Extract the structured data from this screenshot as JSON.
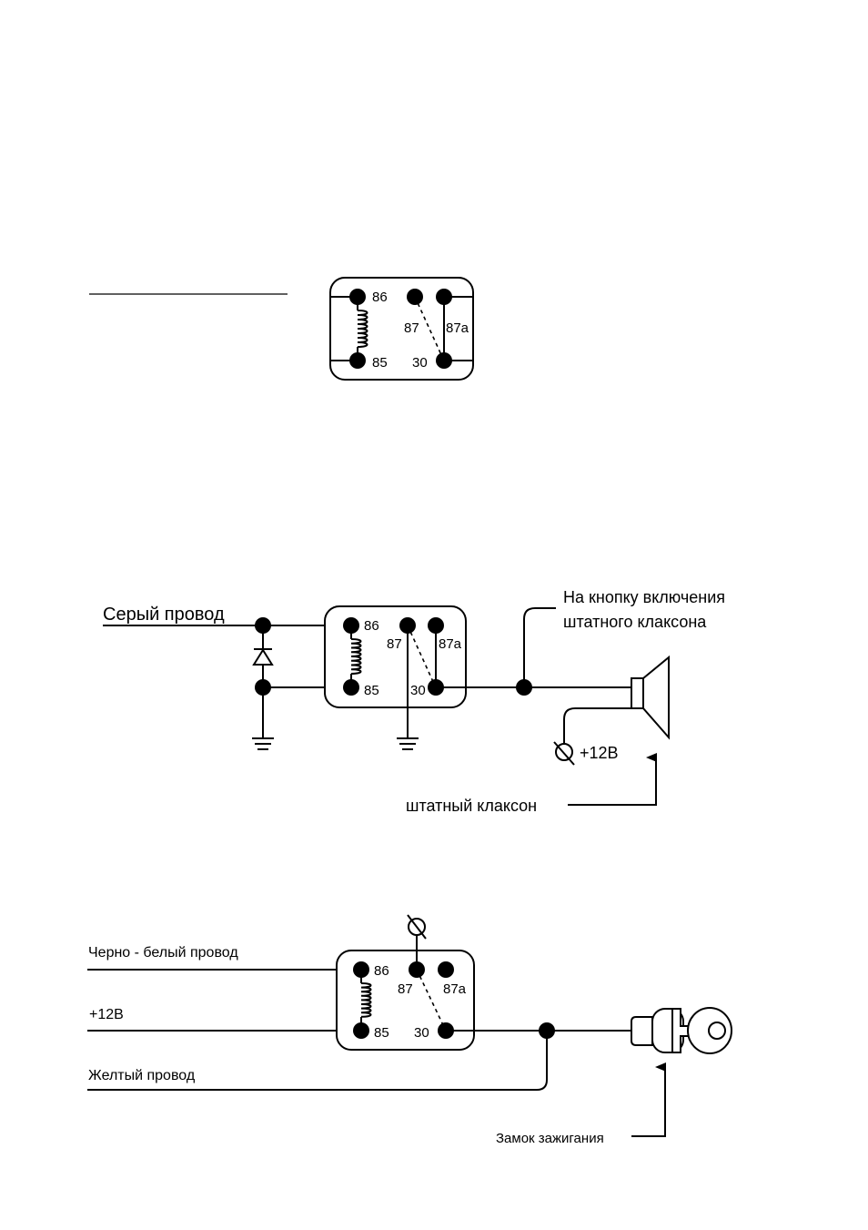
{
  "relay_pins": {
    "p86": "86",
    "p85": "85",
    "p87": "87",
    "p87a": "87a",
    "p30": "30"
  },
  "horn_circuit": {
    "input_wire_label": "Серый провод",
    "horn_button_label_line1": "На кнопку включения",
    "horn_button_label_line2": "штатного клаксона",
    "supply_label": "+12В",
    "horn_label": "штатный клаксон"
  },
  "ignition_circuit": {
    "wire1_label": "Черно - белый провод",
    "wire2_label": "+12В",
    "wire3_label": "Желтый  провод",
    "ignition_lock_label": "Замок зажигания"
  }
}
